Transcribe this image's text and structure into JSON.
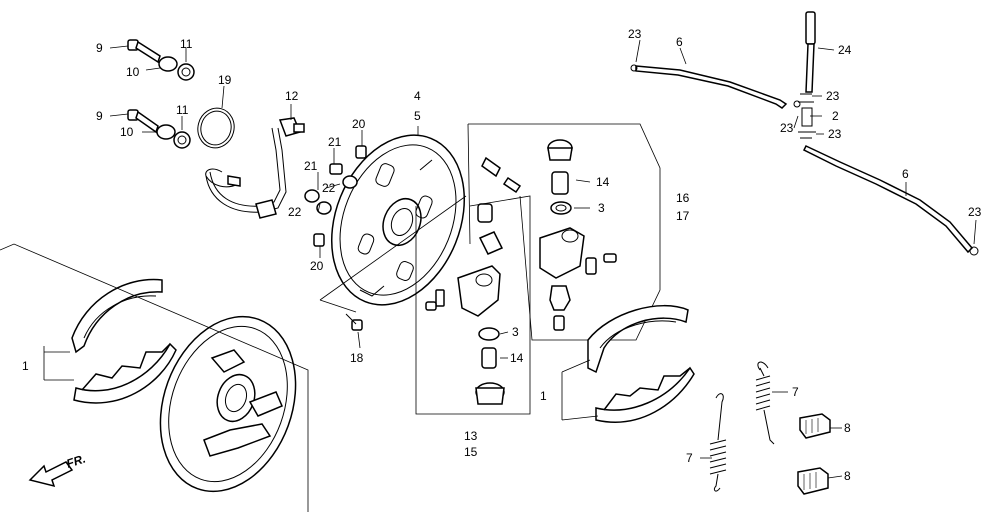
{
  "labels": {
    "p1a": "1",
    "p1b": "1",
    "p2": "2",
    "p3a": "3",
    "p3b": "3",
    "p4": "4",
    "p5": "5",
    "p6a": "6",
    "p6b": "6",
    "p7a": "7",
    "p7b": "7",
    "p8a": "8",
    "p8b": "8",
    "p9a": "9",
    "p9b": "9",
    "p10a": "10",
    "p10b": "10",
    "p11a": "11",
    "p11b": "11",
    "p12": "12",
    "p13": "13",
    "p15": "15",
    "p14a": "14",
    "p14b": "14",
    "p16": "16",
    "p17": "17",
    "p18": "18",
    "p19": "19",
    "p20a": "20",
    "p20b": "20",
    "p21a": "21",
    "p21b": "21",
    "p22a": "22",
    "p22b": "22",
    "p23a": "23",
    "p23b": "23",
    "p23c": "23",
    "p23d": "23",
    "p23e": "23",
    "p24": "24"
  },
  "front_marker": "FR."
}
